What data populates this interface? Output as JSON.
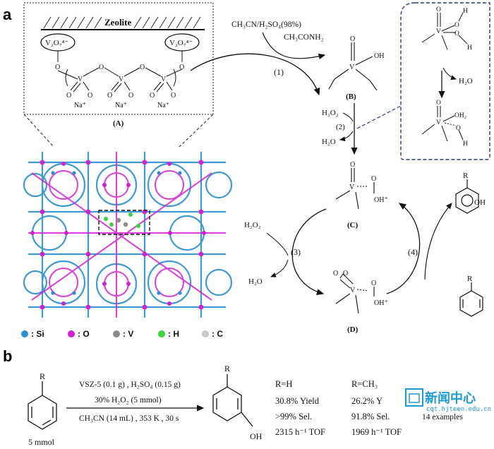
{
  "panel_a": {
    "letter": "a",
    "zeolite": "Zeolite",
    "v2o7": "V₂O₇⁴⁻",
    "na": "Na⁺",
    "box_A": "(A)",
    "reagent_top": "CH₃CN/H₂SO₄(98%)",
    "byproduct_top": "CH₃CONH₂",
    "oh": "OH",
    "oh_plus": "OH⁺",
    "oh2": "OH₂",
    "h": "H",
    "o": "O",
    "v": "V",
    "h2o": "H₂O",
    "h2o2": "H₂O₂",
    "step_labels": [
      "(1)",
      "(2)",
      "(3)",
      "(4)"
    ],
    "species_labels": [
      "(B)",
      "(C)",
      "(D)"
    ],
    "benzene_r": "R"
  },
  "legend": [
    {
      "label": ": Si",
      "color": "#2a8fd0"
    },
    {
      "label": ": O",
      "color": "#d21fd2"
    },
    {
      "label": ": V",
      "color": "#8a8a8a"
    },
    {
      "label": ": H",
      "color": "#3fd23f"
    },
    {
      "label": ": C",
      "color": "#c8c8c8"
    }
  ],
  "panel_b": {
    "letter": "b",
    "reactant_r": "R",
    "reactant_amount": "5 mmol",
    "cond_line1": "VSZ-5 (0.1 g) , H₂SO₄ (0.15 g)",
    "cond_line2": "30% H₂O₂ (5 mmol)",
    "cond_line3": "CH₃CN (14 mL) , 353 K , 30 s",
    "product_r": "R",
    "product_oh": "OH",
    "results_col1": {
      "header": "R=H",
      "yield": "30.8% Yield",
      "sel": ">99%  Sel.",
      "tof": "2315 h⁻¹ TOF"
    },
    "results_col2": {
      "header": "R=CH₃",
      "yield": "26.2% Y",
      "sel": "91.8% Sel.",
      "tof": "1969 h⁻¹ TOF",
      "examples": "14 examples"
    }
  },
  "watermark": {
    "title": "新闻中心",
    "url": "cqt.hjteen.edu.cn"
  }
}
